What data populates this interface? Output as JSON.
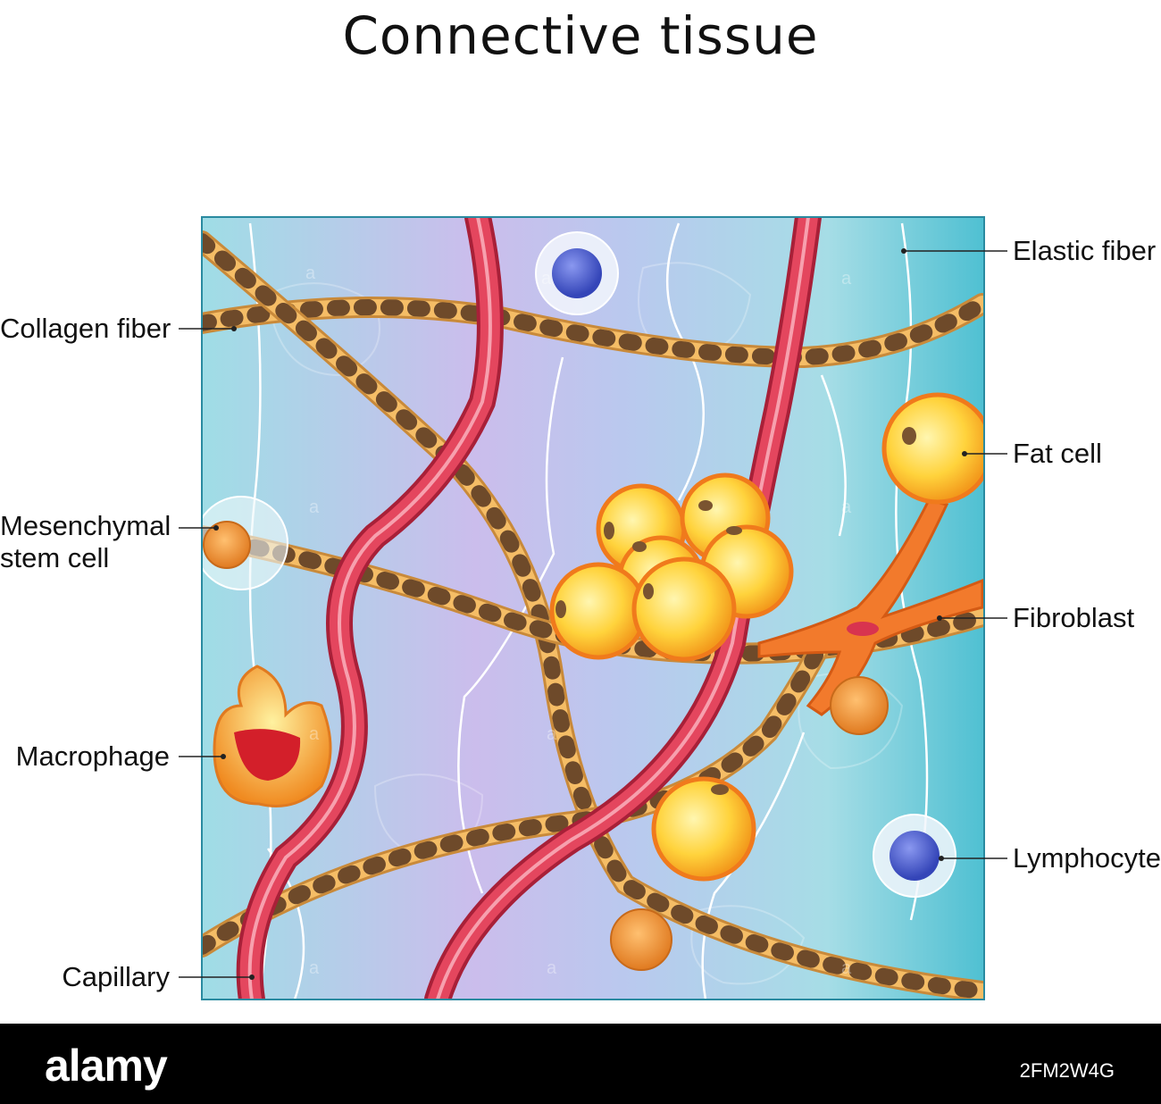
{
  "title": "Connective tissue",
  "labels": {
    "elastic_fiber": "Elastic fiber",
    "collagen_fiber": "Collagen fiber",
    "fat_cell": "Fat cell",
    "mesenchymal_line1": "Mesenchymal",
    "mesenchymal_line2": "stem cell",
    "fibroblast": "Fibroblast",
    "macrophage": "Macrophage",
    "lymphocyte": "Lymphocyte",
    "capillary": "Capillary"
  },
  "watermark": "a",
  "footer": {
    "brand": "alamy",
    "image_id": "2FM2W4G"
  },
  "colors": {
    "matrix": "#9fdde6",
    "matrix_purple": "#c9b8ec",
    "collagen": "#f2b35a",
    "collagen_band": "#7a5a3a",
    "capillary": "#d8334f",
    "fat_cell": "#ffd84a",
    "lymphocyte": "#4a58c8",
    "fibroblast": "#f07a2a"
  }
}
